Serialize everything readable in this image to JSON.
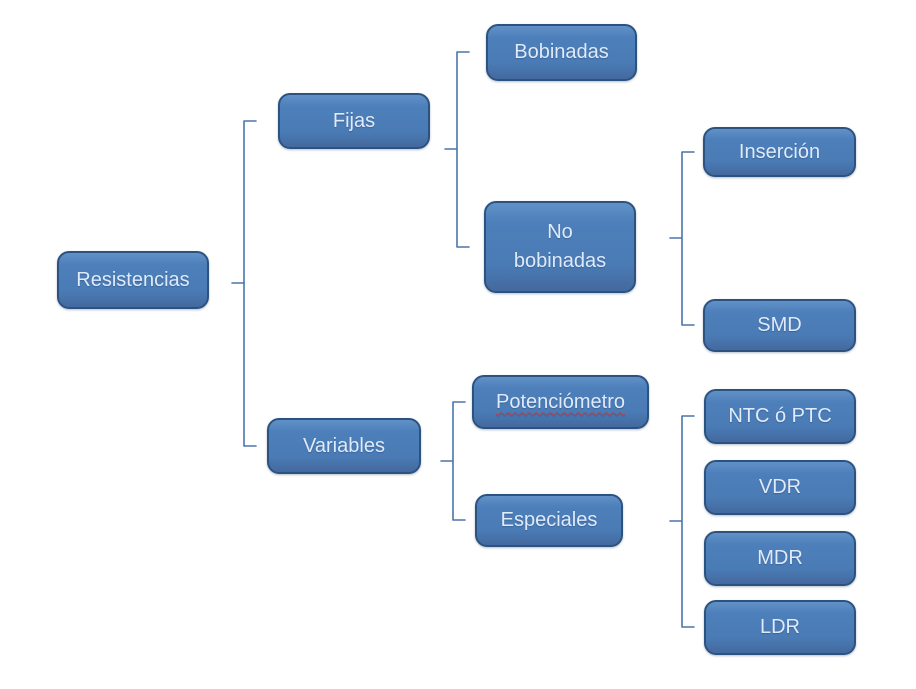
{
  "diagram": {
    "type": "horizontal-hierarchy-tree",
    "hierarchy": {
      "label": "Resistencias",
      "children": [
        {
          "label": "Fijas",
          "children": [
            {
              "label": "Bobinadas",
              "children": []
            },
            {
              "label": "No bobinadas",
              "children": [
                {
                  "label": "Inserción",
                  "children": []
                },
                {
                  "label": "SMD",
                  "children": []
                }
              ]
            }
          ]
        },
        {
          "label": "Variables",
          "children": [
            {
              "label": "Potenciómetro",
              "spellcheck_underline": true,
              "children": []
            },
            {
              "label": "Especiales",
              "children": [
                {
                  "label": "NTC ó PTC",
                  "children": []
                },
                {
                  "label": "VDR",
                  "children": []
                },
                {
                  "label": "MDR",
                  "children": []
                },
                {
                  "label": "LDR",
                  "children": []
                }
              ]
            }
          ]
        }
      ]
    }
  },
  "nodes": {
    "resistencias": {
      "label": "Resistencias"
    },
    "fijas": {
      "label": "Fijas"
    },
    "variables": {
      "label": "Variables"
    },
    "bobinadas": {
      "label": "Bobinadas"
    },
    "no_bobinadas": {
      "label": "No bobinadas"
    },
    "insercion": {
      "label": "Inserción"
    },
    "smd": {
      "label": "SMD"
    },
    "potenciometro": {
      "label": "Potenciómetro"
    },
    "especiales": {
      "label": "Especiales"
    },
    "ntc_ptc": {
      "label": "NTC ó PTC"
    },
    "vdr": {
      "label": "VDR"
    },
    "mdr": {
      "label": "MDR"
    },
    "ldr": {
      "label": "LDR"
    }
  },
  "colors": {
    "box_fill": "#4d7fba",
    "box_border": "#2c5380",
    "box_text": "#dfeafa",
    "connector": "#4b74ab",
    "spellcheck_underline": "#b0404d",
    "background": "#ffffff"
  }
}
